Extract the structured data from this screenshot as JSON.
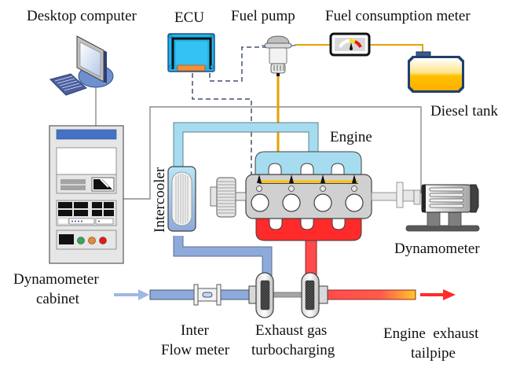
{
  "labels": {
    "desktop_computer": "Desktop computer",
    "ecu": "ECU",
    "fuel_pump": "Fuel pump",
    "fuel_consumption_meter": "Fuel consumption meter",
    "diesel_tank": "Diesel tank",
    "engine": "Engine",
    "intercooler": "Intercooler",
    "dynamometer": "Dynamometer",
    "dynamometer_cabinet_line1": "Dynamometer",
    "dynamometer_cabinet_line2": "cabinet",
    "flow_meter_line1": "Inter",
    "flow_meter_line2": "Flow meter",
    "turbo_line1": "Exhaust gas",
    "turbo_line2": "turbocharging",
    "tailpipe_line1": "Engine  exhaust",
    "tailpipe_line2": "tailpipe"
  },
  "colors": {
    "intake_air": "#9fb8e3",
    "intake_pipe": "#8eaadb",
    "charge_air": "#a6dcef",
    "exhaust": "#ff4b4b",
    "fuel_line": "#e6a100",
    "fuel": "#ffc000",
    "signal_dashed": "#44546a",
    "cable": "#8c8c8c",
    "ecu_body": "#1fb4ea",
    "ecu_connector": "#f4903c",
    "cabinet_header": "#4472c4",
    "lamp_green": "#34a853",
    "lamp_orange": "#f4842a",
    "lamp_red": "#e81818"
  }
}
